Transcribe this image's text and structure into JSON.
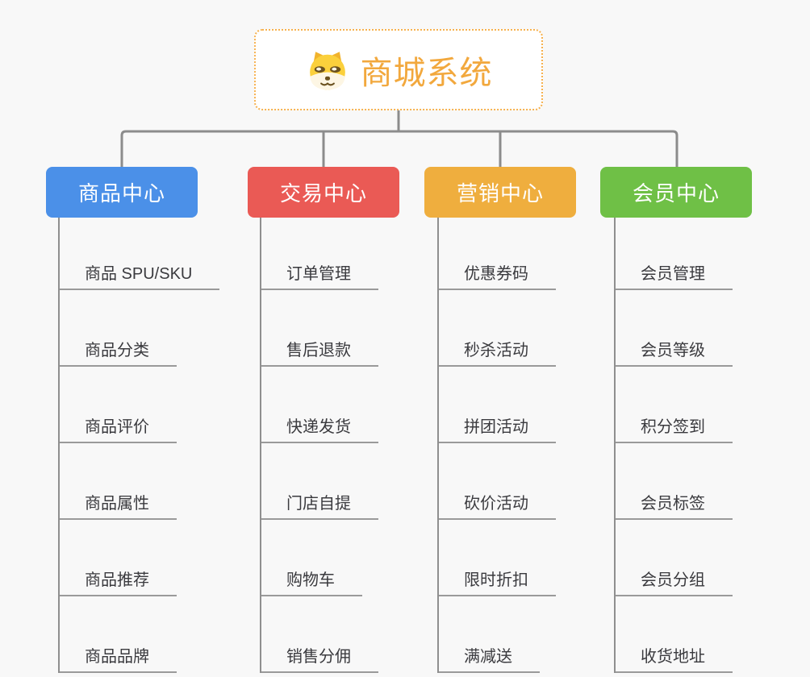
{
  "root": {
    "title": "商城系统",
    "icon": "dog-icon"
  },
  "branches": [
    {
      "label": "商品中心",
      "color": "#4b90e8",
      "children": [
        "商品 SPU/SKU",
        "商品分类",
        "商品评价",
        "商品属性",
        "商品推荐",
        "商品品牌"
      ]
    },
    {
      "label": "交易中心",
      "color": "#ea5a55",
      "children": [
        "订单管理",
        "售后退款",
        "快递发货",
        "门店自提",
        "购物车",
        "销售分佣"
      ]
    },
    {
      "label": "营销中心",
      "color": "#efae3e",
      "children": [
        "优惠券码",
        "秒杀活动",
        "拼团活动",
        "砍价活动",
        "限时折扣",
        "满减送"
      ]
    },
    {
      "label": "会员中心",
      "color": "#6fc046",
      "children": [
        "会员管理",
        "会员等级",
        "积分签到",
        "会员标签",
        "会员分组",
        "收货地址"
      ]
    }
  ],
  "colors": {
    "background": "#f8f8f8",
    "root_border": "#f6b14e",
    "root_text": "#f2a83d",
    "connector": "#8c8c8c",
    "leaf_line": "#9a9a9a",
    "leaf_text": "#3a3a3e"
  }
}
